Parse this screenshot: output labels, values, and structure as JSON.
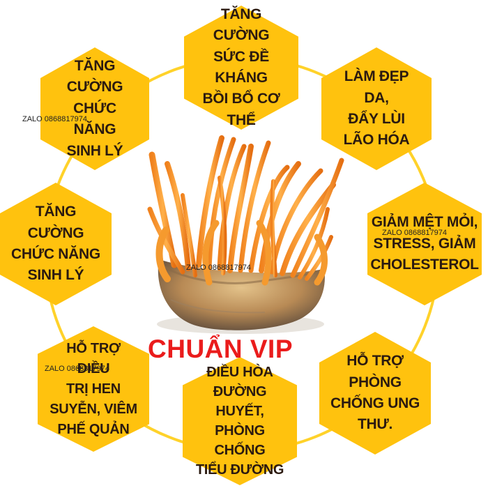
{
  "hexagons": [
    {
      "key": "resistance",
      "text": "TĂNG CƯỜNG\nSỨC ĐỀ KHÁNG\nBỒI BỔ CƠ THỂ"
    },
    {
      "key": "beauty",
      "text": "LÀM ĐẸP DA,\nĐẨY LÙI\nLÃO HÓA"
    },
    {
      "key": "fatigue",
      "text": "GIẢM MỆT MỎI,\nSTRESS, GIẢM\nCHOLESTEROL"
    },
    {
      "key": "cancer",
      "text": "HỖ TRỢ PHÒNG\nCHỐNG UNG\nTHƯ."
    },
    {
      "key": "blood-sugar",
      "text": "ĐIỀU HÒA\nĐƯỜNG HUYẾT,\nPHÒNG CHỐNG\nTIỂU ĐƯỜNG"
    },
    {
      "key": "asthma",
      "text": "HỖ TRỢ ĐIỀU\nTRỊ HEN\nSUYỄN, VIÊM\nPHẾ QUẢN"
    },
    {
      "key": "physiology-left",
      "text": "TĂNG CƯỜNG\nCHỨC NĂNG\nSINH LÝ"
    },
    {
      "key": "physiology-top-left",
      "text": "TĂNG CƯỜNG\nCHỨC NĂNG\nSINH LÝ"
    }
  ],
  "title": "CHUẨN VIP",
  "watermark": "ZALO 0868817974",
  "colors": {
    "hex_fill": "#ffc20e",
    "hex_fill_light": "#ffd84a",
    "ring": "#ffd22a",
    "title": "#ea1c1c",
    "text": "#2b1a10"
  },
  "image": {
    "subject": "cordyceps-mushroom-cluster"
  }
}
